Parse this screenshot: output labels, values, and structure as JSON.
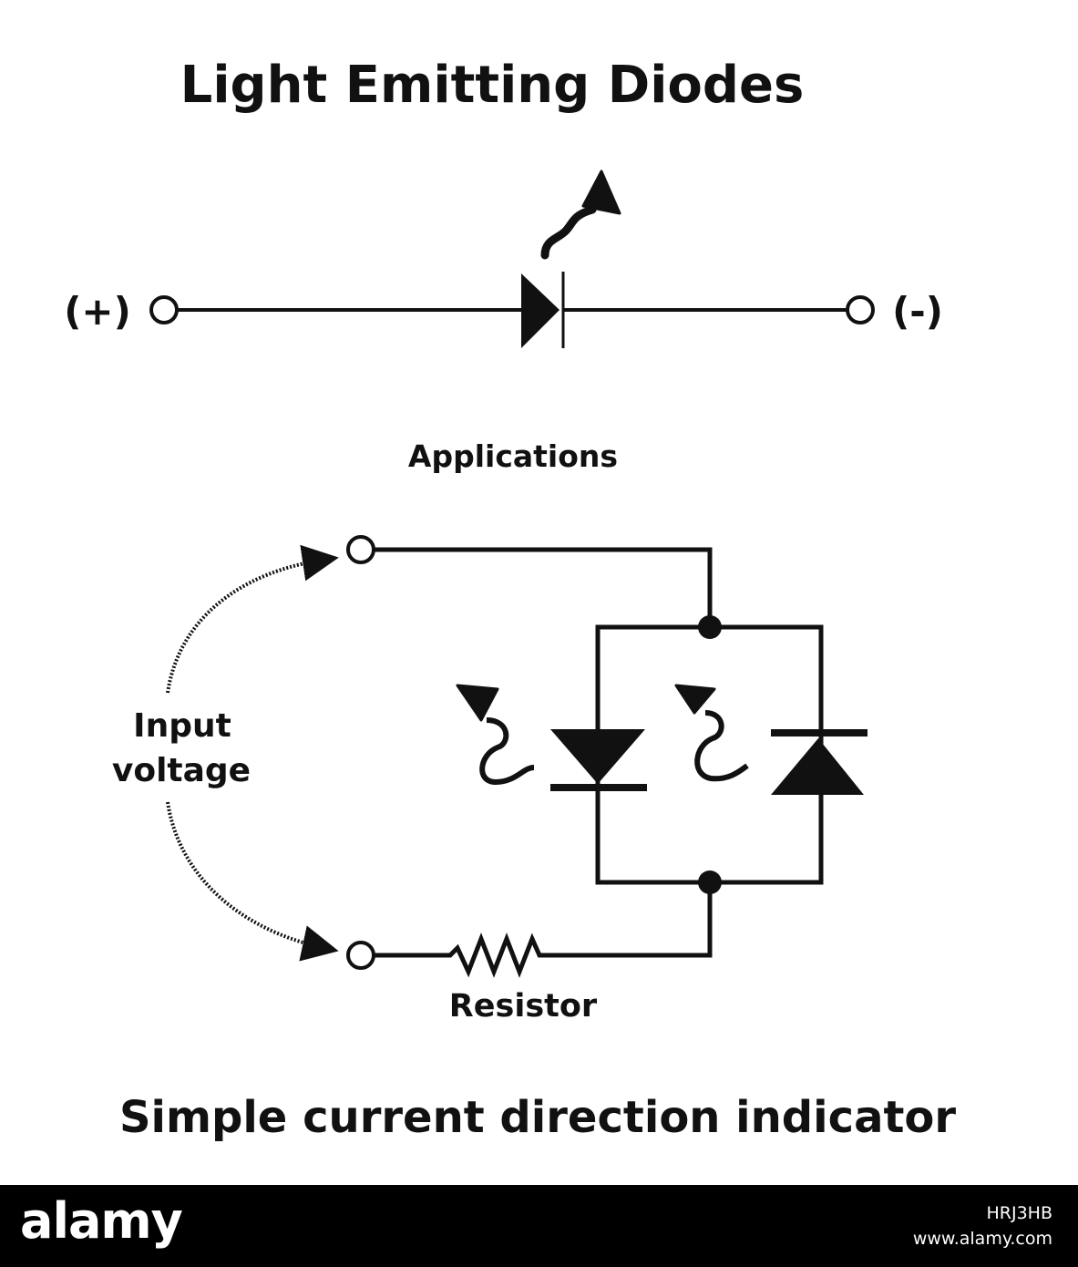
{
  "title": "Light Emitting Diodes",
  "led_symbol": {
    "positive_label": "(+)",
    "negative_label": "(-)"
  },
  "applications_heading": "Applications",
  "circuit": {
    "input_label_line1": "Input",
    "input_label_line2": "voltage",
    "resistor_label": "Resistor"
  },
  "caption": "Simple current direction indicator",
  "footer": {
    "logo": "alamy",
    "image_id": "HRJ3HB",
    "url": "www.alamy.com"
  }
}
